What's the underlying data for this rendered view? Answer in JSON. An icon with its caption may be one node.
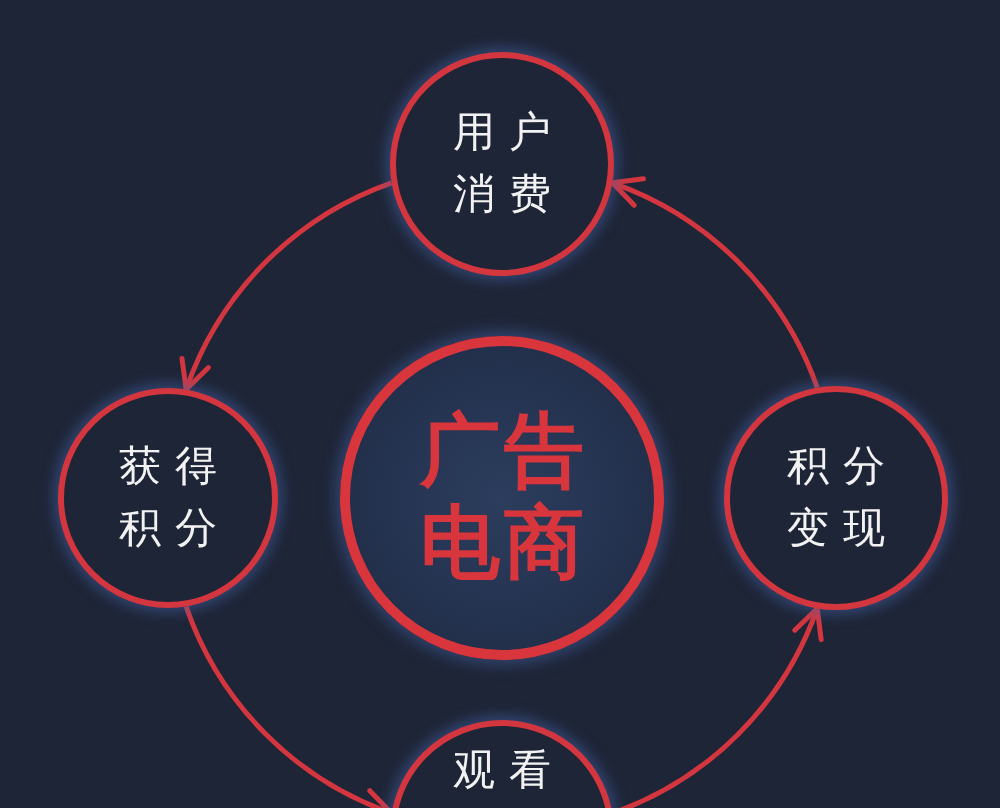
{
  "diagram": {
    "nodes": [
      {
        "text": [
          "用户消费"
        ]
      },
      {
        "text": [
          "获得积分"
        ]
      },
      {
        "text": [
          "广告电商"
        ]
      },
      {
        "text": [
          "积分变现"
        ]
      },
      {
        "text": [
          "观看"
        ]
      }
    ],
    "edges": [
      {
        "from": 3,
        "to": 0,
        "arrow": "to"
      },
      {
        "from": 0,
        "to": 1,
        "arrow": "to"
      },
      {
        "from": 1,
        "to": 4,
        "arrow": "to"
      },
      {
        "from": 4,
        "to": 3,
        "arrow": "to"
      }
    ]
  }
}
